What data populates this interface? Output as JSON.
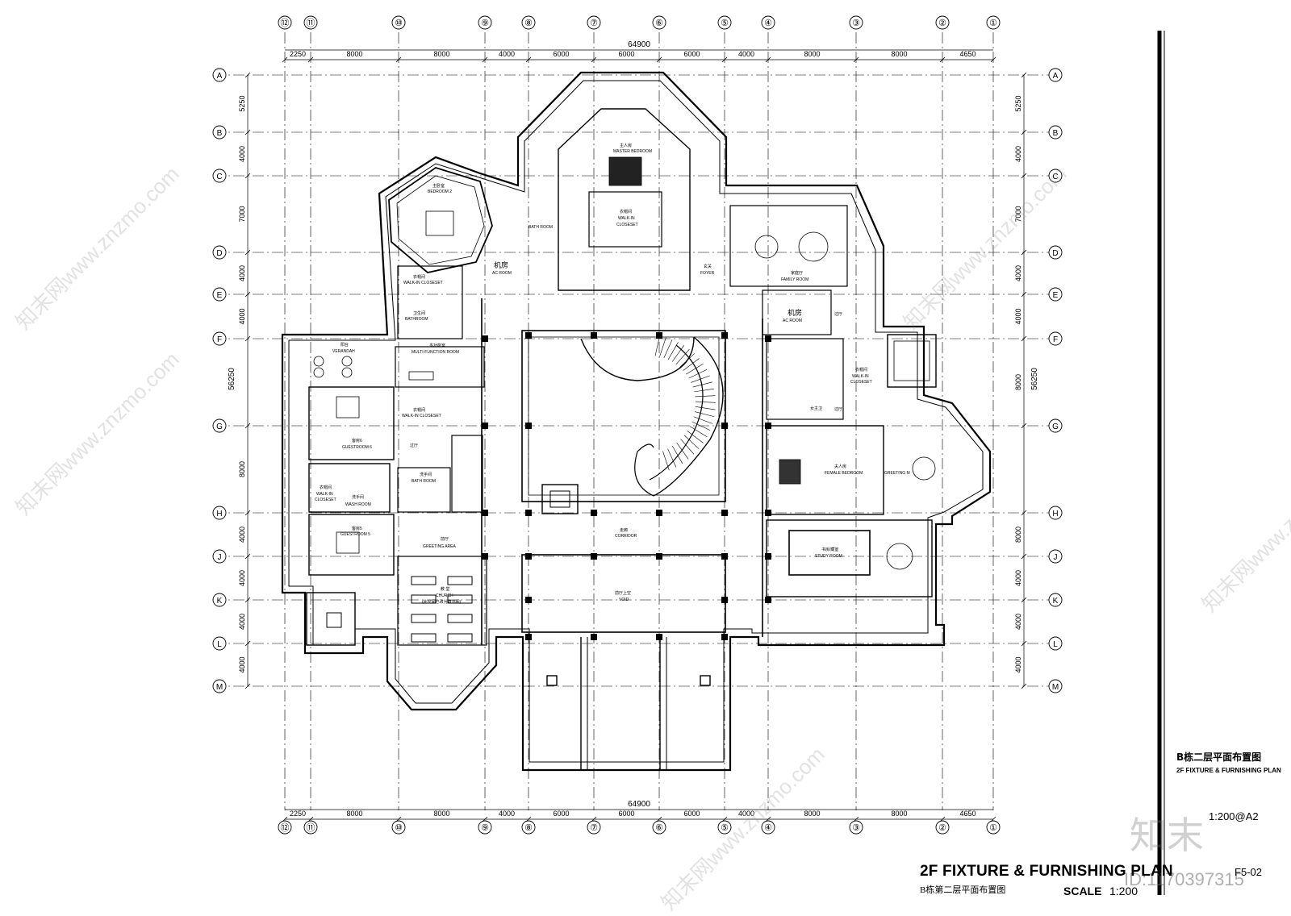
{
  "grid": {
    "columns": [
      "⑫",
      "⑪",
      "⑩",
      "⑨",
      "⑧",
      "⑦",
      "⑥",
      "⑤",
      "④",
      "③",
      "②",
      "①"
    ],
    "rows": [
      "A",
      "B",
      "C",
      "D",
      "E",
      "F",
      "G",
      "H",
      "J",
      "K",
      "L",
      "M"
    ],
    "total_width": "64900",
    "col_dims": [
      "2250",
      "8000",
      "8000",
      "4000",
      "6000",
      "6000",
      "6000",
      "4000",
      "8000",
      "8000",
      "4650"
    ],
    "total_height": "56250",
    "row_dims_left": [
      "5250",
      "4000",
      "7000",
      "4000",
      "4000",
      "",
      "8000",
      "4000",
      "4000",
      "4000",
      "4000"
    ],
    "row_dims_right": [
      "5250",
      "4000",
      "7000",
      "4000",
      "4000",
      "8000",
      "",
      "8000",
      "4000",
      "4000",
      "4000",
      "4000"
    ]
  },
  "rooms": {
    "master_bedroom_cn": "主人房",
    "master_bedroom": "MASTER BEDROOM",
    "walkin_cn": "衣帽间",
    "walkin_a": "WALK-IN",
    "walkin_b": "CLOSESET",
    "bath_room": "BATH ROOM",
    "bedroom2_cn": "主卧室",
    "bedroom2": "BEDROOM 2",
    "walkin_closeset": "WALK-IN CLOSESET",
    "bathroom_cn": "卫生间",
    "bathroom": "BATHROOM",
    "ac_room_cn": "机房",
    "ac_room": "AC ROOM",
    "foyer_cn": "玄关",
    "foyer": "FOYER",
    "family_room_cn": "家庭厅",
    "family_room": "FAMILY ROOM",
    "verandah_cn": "阳台",
    "verandah": "VERANDAH",
    "multi_cn": "多功能室",
    "multi": "MULTI-FUNCTION ROOM",
    "guest6_cn": "客房6",
    "guest6": "GUESTROOM 6",
    "guest5_cn": "客房5",
    "guest5": "GUESTROOM 5",
    "wash_cn": "洗手间",
    "wash_room": "WASH ROOM",
    "hall_cn": "过厅",
    "greeting_cn": "前厅",
    "greeting_area": "GREETING AREA",
    "church_cn": "教  堂",
    "church": "CHURCH",
    "church_note": "(此空间已改为藏书阁)",
    "corridor_cn": "走廊",
    "corridor": "CORRIDOR",
    "void_cn": "前厅上空",
    "void": "VOID",
    "female_cn": "夫人房",
    "female_bedroom": "FEMALE BEDROOM",
    "greeting_m": "GREETING M",
    "study_cn": "书房/藏室",
    "study_room": "STUDY ROOM",
    "female_bath_cn": "女主卫"
  },
  "title_block": {
    "cn": "B栋二层平面布置图",
    "en": "2F FIXTURE & FURNISHING PLAN",
    "scale": "1:200@A2"
  },
  "footer": {
    "title": "2F  FIXTURE & FURNISHING PLAN",
    "subtitle": "B栋第二层平面布置图",
    "scale_label": "SCALE",
    "scale_value": "1:200",
    "sheet_no": "F5-02"
  },
  "watermark": {
    "logo": "知末",
    "id": "ID:1170397315",
    "site": "知末网www.znzmo.com"
  }
}
